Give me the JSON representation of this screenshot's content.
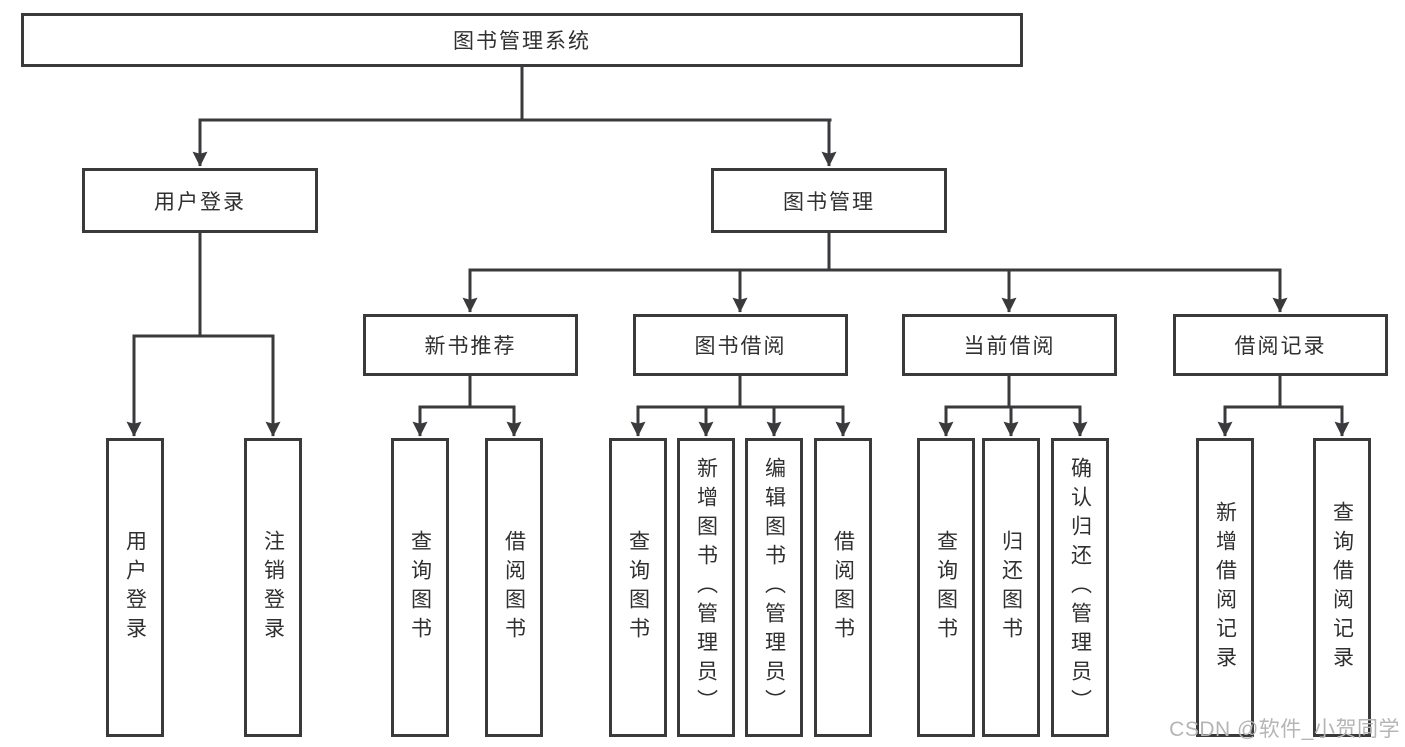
{
  "diagram": {
    "root": "图书管理系统",
    "level2": [
      "用户登录",
      "图书管理"
    ],
    "level3": [
      "新书推荐",
      "图书借阅",
      "当前借阅",
      "借阅记录"
    ],
    "leaves": {
      "user_login": [
        "用户登录",
        "注销登录"
      ],
      "new_book_recommend": [
        "查询图书",
        "借阅图书"
      ],
      "book_borrow": [
        "查询图书",
        "新增图书（管理员）",
        "编辑图书（管理员）",
        "借阅图书"
      ],
      "current_borrow": [
        "查询图书",
        "归还图书",
        "确认归还（管理员）"
      ],
      "borrow_record": [
        "新增借阅记录",
        "查询借阅记录"
      ]
    }
  },
  "watermark": "CSDN @软件_小贺同学",
  "colors": {
    "line": "#3a3a3d",
    "text": "#303030",
    "watermark": "#b5b5b5",
    "background": "#ffffff"
  }
}
